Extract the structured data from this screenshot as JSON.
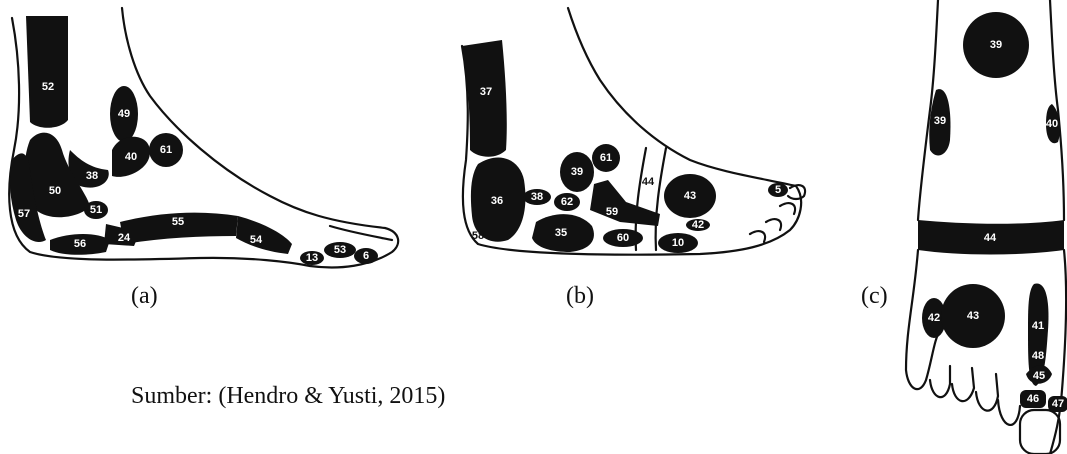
{
  "captions": {
    "a": "(a)",
    "b": "(b)",
    "c": "(c)"
  },
  "source": "Sumber: (Hendro & Yusti, 2015)",
  "colors": {
    "ink": "#111111",
    "paper": "#ffffff"
  },
  "zones": {
    "a": [
      "52",
      "49",
      "61",
      "40",
      "38",
      "50",
      "51",
      "57",
      "24",
      "55",
      "56",
      "54",
      "13",
      "53",
      "6"
    ],
    "b": [
      "37",
      "61",
      "39",
      "36",
      "38",
      "62",
      "59",
      "44",
      "43",
      "42",
      "5",
      "58",
      "35",
      "60",
      "10"
    ],
    "c": [
      "39",
      "39",
      "40",
      "44",
      "42",
      "43",
      "41",
      "48",
      "45",
      "46",
      "47"
    ]
  }
}
